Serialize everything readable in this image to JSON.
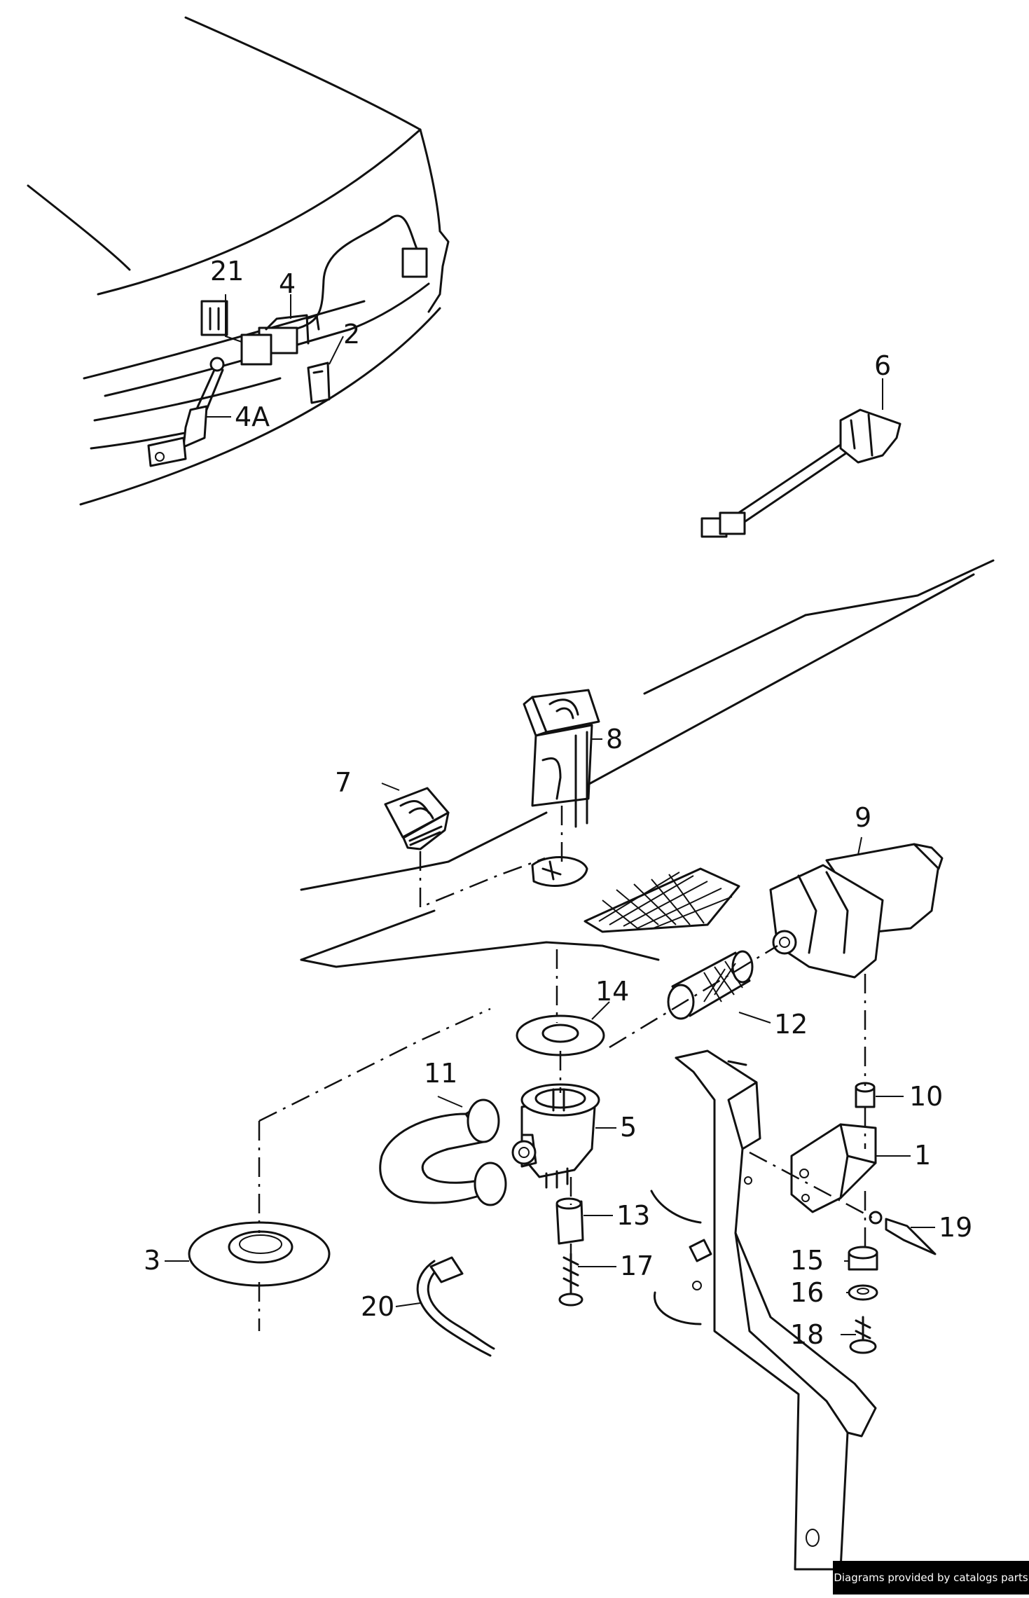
{
  "callouts": {
    "c1": "1",
    "c2": "2",
    "c3": "3",
    "c4": "4",
    "c4a": "4A",
    "c5": "5",
    "c6": "6",
    "c7": "7",
    "c8": "8",
    "c9": "9",
    "c10": "10",
    "c11": "11",
    "c12": "12",
    "c13": "13",
    "c14": "14",
    "c15": "15",
    "c16": "16",
    "c17": "17",
    "c18": "18",
    "c19": "19",
    "c20": "20",
    "c21": "21"
  },
  "credit": "Diagrams provided by catalogs parts"
}
